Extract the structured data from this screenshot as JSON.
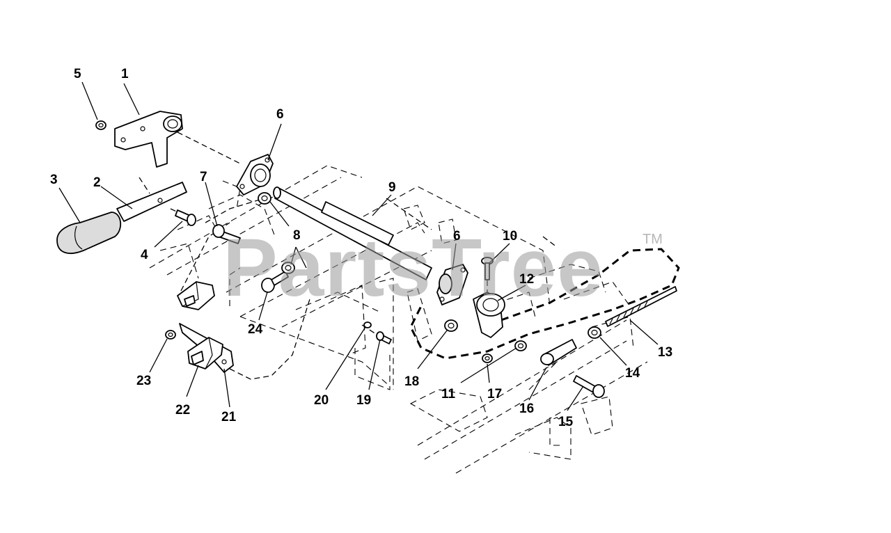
{
  "watermark": {
    "text": "PartsTree",
    "trademark": "TM"
  },
  "callouts": [
    {
      "id": "c1",
      "label": "1"
    },
    {
      "id": "c2",
      "label": "2"
    },
    {
      "id": "c3",
      "label": "3"
    },
    {
      "id": "c4",
      "label": "4"
    },
    {
      "id": "c5",
      "label": "5"
    },
    {
      "id": "c6a",
      "label": "6"
    },
    {
      "id": "c6b",
      "label": "6"
    },
    {
      "id": "c7",
      "label": "7"
    },
    {
      "id": "c8",
      "label": "8"
    },
    {
      "id": "c9",
      "label": "9"
    },
    {
      "id": "c10",
      "label": "10"
    },
    {
      "id": "c11",
      "label": "11"
    },
    {
      "id": "c12",
      "label": "12"
    },
    {
      "id": "c13",
      "label": "13"
    },
    {
      "id": "c14",
      "label": "14"
    },
    {
      "id": "c15",
      "label": "15"
    },
    {
      "id": "c16",
      "label": "16"
    },
    {
      "id": "c17",
      "label": "17"
    },
    {
      "id": "c18",
      "label": "18"
    },
    {
      "id": "c19",
      "label": "19"
    },
    {
      "id": "c20",
      "label": "20"
    },
    {
      "id": "c21",
      "label": "21"
    },
    {
      "id": "c22",
      "label": "22"
    },
    {
      "id": "c23",
      "label": "23"
    },
    {
      "id": "c24",
      "label": "24"
    }
  ]
}
